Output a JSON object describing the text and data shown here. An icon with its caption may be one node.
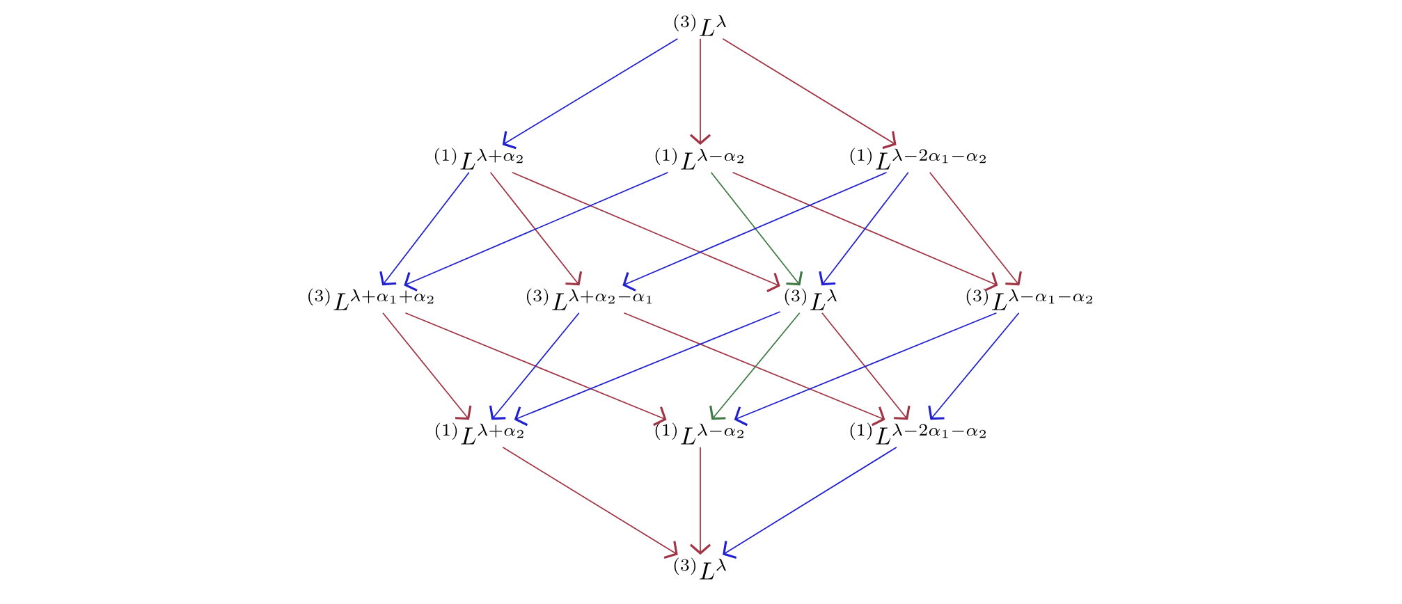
{
  "diagram": {
    "nodes": [
      {
        "text": [
          "{}^{(3)}L^{\\lambda}"
        ]
      },
      {
        "text": [
          "{}^{(1)}L^{\\lambda+\\alpha_2}"
        ]
      },
      {
        "text": [
          "{}^{(1)}L^{\\lambda-\\alpha_2}"
        ]
      },
      {
        "text": [
          "{}^{(1)}L^{\\lambda-2\\alpha_1-\\alpha_2}"
        ]
      },
      {
        "text": [
          "{}^{(3)}L^{\\lambda+\\alpha_1+\\alpha_2}"
        ]
      },
      {
        "text": [
          "{}^{(3)}L^{\\lambda+\\alpha_2-\\alpha_1}"
        ]
      },
      {
        "text": [
          "{}^{(3)}L^{\\lambda}"
        ]
      },
      {
        "text": [
          "{}^{(3)}L^{\\lambda-\\alpha_1-\\alpha_2}"
        ]
      },
      {
        "text": [
          "{}^{(1)}L^{\\lambda+\\alpha_2}"
        ]
      },
      {
        "text": [
          "{}^{(1)}L^{\\lambda-\\alpha_2}"
        ]
      },
      {
        "text": [
          "{}^{(1)}L^{\\lambda-2\\alpha_1-\\alpha_2}"
        ]
      },
      {
        "text": [
          "{}^{(3)}L^{\\lambda}"
        ]
      }
    ],
    "edges": [
      {
        "from": 0,
        "to": 1,
        "arrow": "to",
        "color": "#2020d0"
      },
      {
        "from": 0,
        "to": 2,
        "arrow": "to"
      },
      {
        "from": 0,
        "to": 3,
        "arrow": "to"
      },
      {
        "from": 1,
        "to": 4,
        "arrow": "to",
        "color": "#2020d0"
      },
      {
        "from": 1,
        "to": 5,
        "arrow": "to"
      },
      {
        "from": 1,
        "to": 6,
        "arrow": "to"
      },
      {
        "from": 2,
        "to": 4,
        "arrow": "to",
        "color": "#2020d0"
      },
      {
        "from": 2,
        "to": 6,
        "arrow": "to",
        "color": "#3f7a45"
      },
      {
        "from": 2,
        "to": 7,
        "arrow": "to"
      },
      {
        "from": 3,
        "to": 5,
        "arrow": "to",
        "color": "#2020d0"
      },
      {
        "from": 3,
        "to": 6,
        "arrow": "to",
        "color": "#2020d0"
      },
      {
        "from": 3,
        "to": 7,
        "arrow": "to"
      },
      {
        "from": 4,
        "to": 8,
        "arrow": "to"
      },
      {
        "from": 4,
        "to": 9,
        "arrow": "to"
      },
      {
        "from": 5,
        "to": 8,
        "arrow": "to",
        "color": "#2020d0"
      },
      {
        "from": 5,
        "to": 10,
        "arrow": "to"
      },
      {
        "from": 6,
        "to": 8,
        "arrow": "to",
        "color": "#2020d0"
      },
      {
        "from": 6,
        "to": 9,
        "arrow": "to",
        "color": "#3f7a45"
      },
      {
        "from": 6,
        "to": 10,
        "arrow": "to"
      },
      {
        "from": 7,
        "to": 9,
        "arrow": "to",
        "color": "#2020d0"
      },
      {
        "from": 7,
        "to": 10,
        "arrow": "to",
        "color": "#2020d0"
      },
      {
        "from": 8,
        "to": 11,
        "arrow": "to"
      },
      {
        "from": 9,
        "to": 11,
        "arrow": "to"
      },
      {
        "from": 10,
        "to": 11,
        "arrow": "to",
        "color": "#2020d0"
      }
    ]
  }
}
